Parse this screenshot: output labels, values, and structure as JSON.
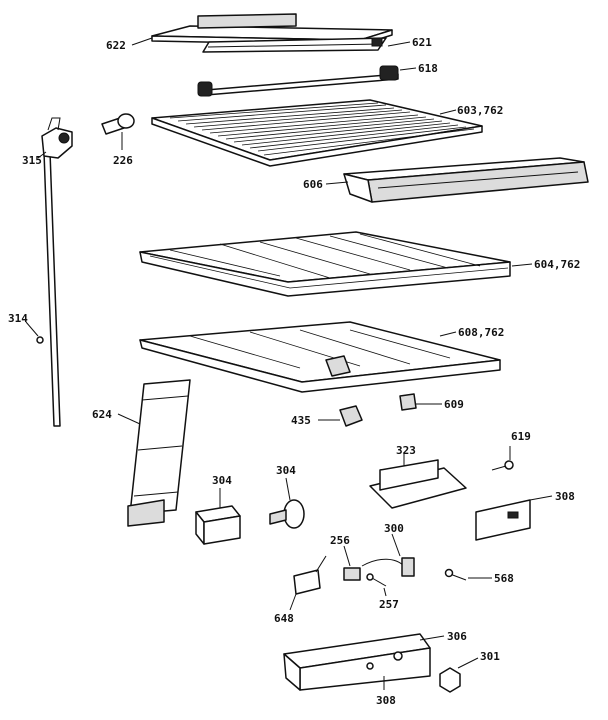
{
  "diagram": {
    "part_labels": {
      "p622": "622",
      "p621": "621",
      "p618": "618",
      "p603": "603,762",
      "p315": "315",
      "p226": "226",
      "p606": "606",
      "p604": "604,762",
      "p314": "314",
      "p608": "608,762",
      "p624": "624",
      "p435": "435",
      "p609": "609",
      "p619": "619",
      "p323": "323",
      "p304a": "304",
      "p304b": "304",
      "p308a": "308",
      "p256": "256",
      "p300": "300",
      "p648": "648",
      "p257": "257",
      "p568": "568",
      "p306": "306",
      "p301": "301",
      "p308b": "308"
    }
  }
}
